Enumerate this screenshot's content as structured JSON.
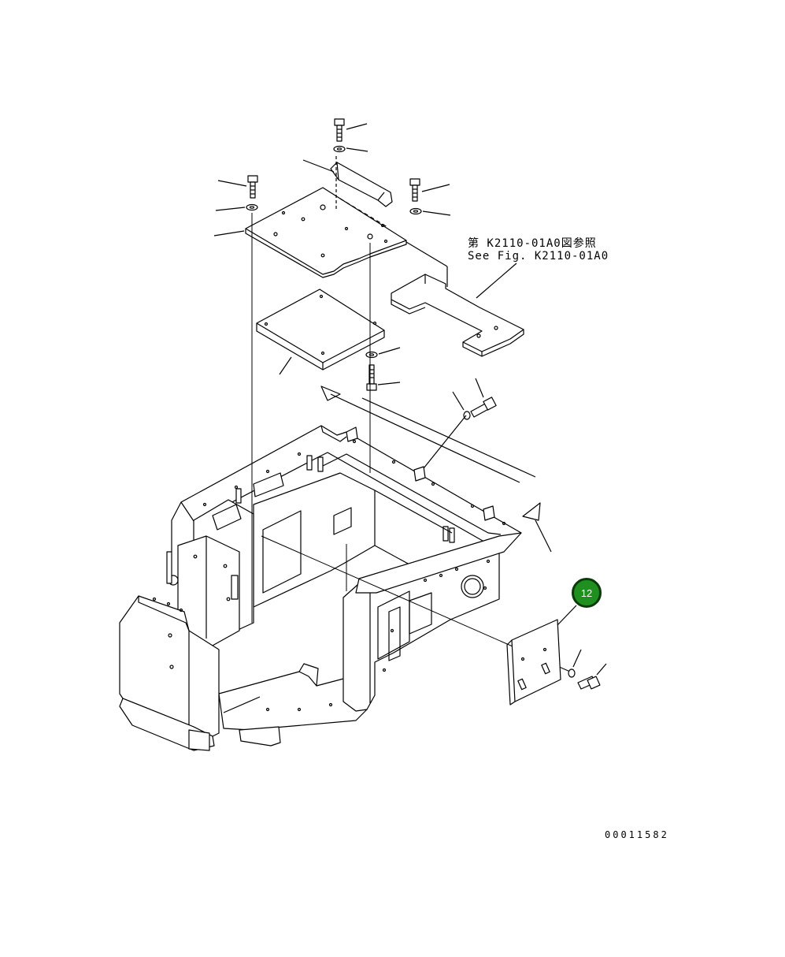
{
  "diagram": {
    "reference_note_jp": "第 K2110-01A0図参照",
    "reference_note_en": "See Fig. K2110-01A0",
    "drawing_number": "00011582",
    "callout": {
      "label": "12",
      "color": "#1f8f1f",
      "border_color": "#0b3b0b"
    },
    "line_color": "#000000",
    "background": "#ffffff"
  }
}
